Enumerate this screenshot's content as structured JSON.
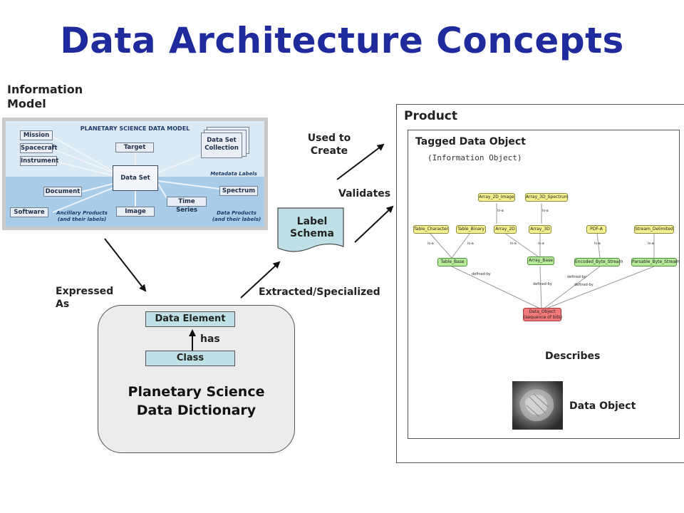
{
  "title": "Data Architecture Concepts",
  "information_model": {
    "label": [
      "Information",
      "Model"
    ],
    "picture": {
      "heading": "PLANETARY SCIENCE DATA MODEL",
      "boxes": {
        "mission": "Mission",
        "spacecraft": "Spacecraft",
        "instrument": "Instrument",
        "target": "Target",
        "data_set_collection": [
          "Data Set",
          "Collection"
        ],
        "data_set": "Data Set",
        "document": "Document",
        "software": "Software",
        "time_series": "Time Series",
        "spectrum": "Spectrum",
        "image": "Image"
      },
      "notes": {
        "metadata": "Metadata Labels",
        "ancillary": [
          "Ancillary Products",
          "(and their labels)"
        ],
        "data_products": [
          "Data Products",
          "(and their labels)"
        ]
      }
    }
  },
  "arrows": {
    "expressed_as": [
      "Expressed",
      "As"
    ],
    "extracted": "Extracted/Specialized",
    "used_to_create": [
      "Used to",
      "Create"
    ],
    "validates": "Validates",
    "describes": "Describes"
  },
  "dictionary": {
    "data_element": "Data Element",
    "has": "has",
    "class": "Class",
    "name": [
      "Planetary Science",
      "Data Dictionary"
    ]
  },
  "label_schema": [
    "Label",
    "Schema"
  ],
  "product": {
    "title": "Product",
    "tagged_title": "Tagged Data Object",
    "tagged_subtitle": "(Information Object)",
    "data_object_label": "Data Object",
    "nodes": {
      "array_2d_image": "Array_2D_Image",
      "array_3d_spectrum": "Array_3D_Spectrum",
      "table_character": "Table_Character",
      "table_binary": "Table_Binary",
      "array_2d": "Array_2D",
      "array_3d": "Array_3D",
      "pdf_a": "PDF-A",
      "stream_delimited": "Stream_Delimited",
      "table_base": "Table_Base",
      "array_base": "Array_Base",
      "encoded_byte_stream": "Encoded_Byte_Stream",
      "parsable_byte_stream": "Parsable_Byte_Stream",
      "data_object": [
        "Data_Object",
        "(sequence of bits)"
      ]
    },
    "edge_labels": {
      "is_a": "is-a",
      "defined_by": "defined-by"
    }
  }
}
